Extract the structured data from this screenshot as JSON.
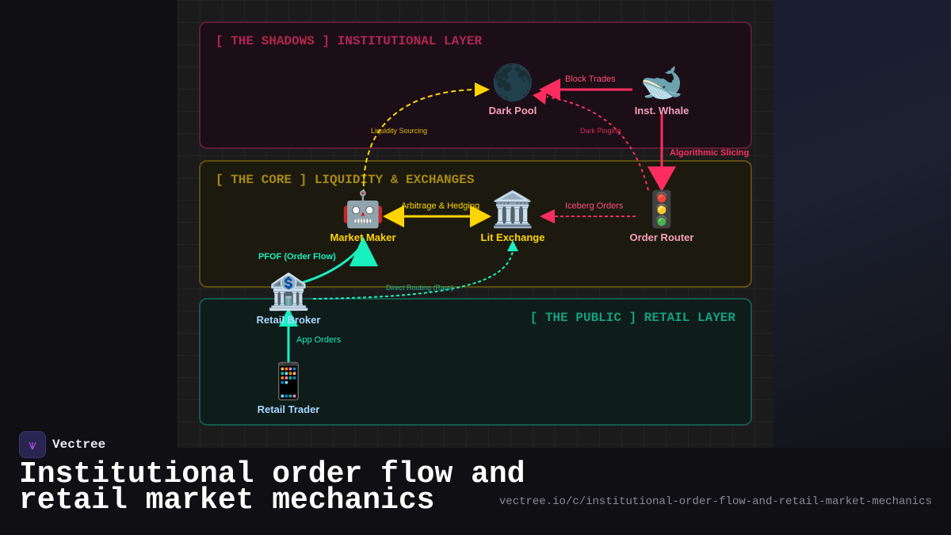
{
  "layers": [
    {
      "title": "[ THE SHADOWS ] INSTITUTIONAL LAYER",
      "color": "#b0274f"
    },
    {
      "title": "[ THE CORE ] LIQUIDITY & EXCHANGES",
      "color": "#a88a10"
    },
    {
      "title": "[ THE PUBLIC ] RETAIL LAYER",
      "color": "#16a17f"
    }
  ],
  "nodes": {
    "dark_pool": {
      "icon": "🌑",
      "label": "Dark Pool"
    },
    "whale": {
      "icon": "🐋",
      "label": "Inst. Whale"
    },
    "market_maker": {
      "icon": "🤖",
      "label": "Market Maker"
    },
    "lit_exchange": {
      "icon": "🏛️",
      "label": "Lit Exchange"
    },
    "order_router": {
      "icon": "🚦",
      "label": "Order Router"
    },
    "retail_broker": {
      "icon": "🏦",
      "label": "Retail Broker"
    },
    "retail_trader": {
      "icon": "📱",
      "label": "Retail Trader"
    }
  },
  "edges": {
    "block_trades": "Block Trades",
    "liquidity_sourcing": "Liquidity Sourcing",
    "dark_pinging": "Dark Pinging",
    "algorithmic_slicing": "Algorithmic Slicing",
    "arbitrage_hedging": "Arbitrage & Hedging",
    "iceberg_orders": "Iceberg Orders",
    "pfof": "PFOF (Order Flow)",
    "direct_routing": "Direct Routing (Rare)",
    "app_orders": "App Orders"
  },
  "colors": {
    "shadow": "#ff2d5f",
    "core": "#ffd400",
    "retail": "#19f0c0"
  },
  "footer": {
    "brand": "Vectree",
    "title_line1": "Institutional order flow and",
    "title_line2": "retail market mechanics",
    "url": "vectree.io/c/institutional-order-flow-and-retail-market-mechanics"
  }
}
